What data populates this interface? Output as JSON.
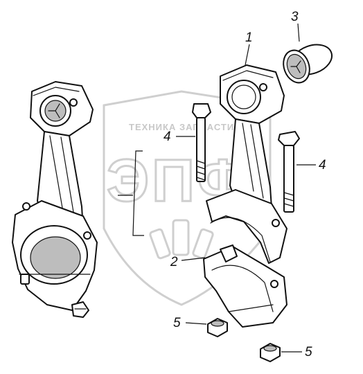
{
  "watermark": {
    "top_text": "ТЕХНИКА ЗАПЧАСТИ",
    "logo_text": "ЭПФ"
  },
  "callouts": {
    "part_1": "1",
    "part_2": "2",
    "part_3": "3",
    "part_4_left": "4",
    "part_4_right": "4",
    "part_5_left": "5",
    "part_5_right": "5"
  }
}
